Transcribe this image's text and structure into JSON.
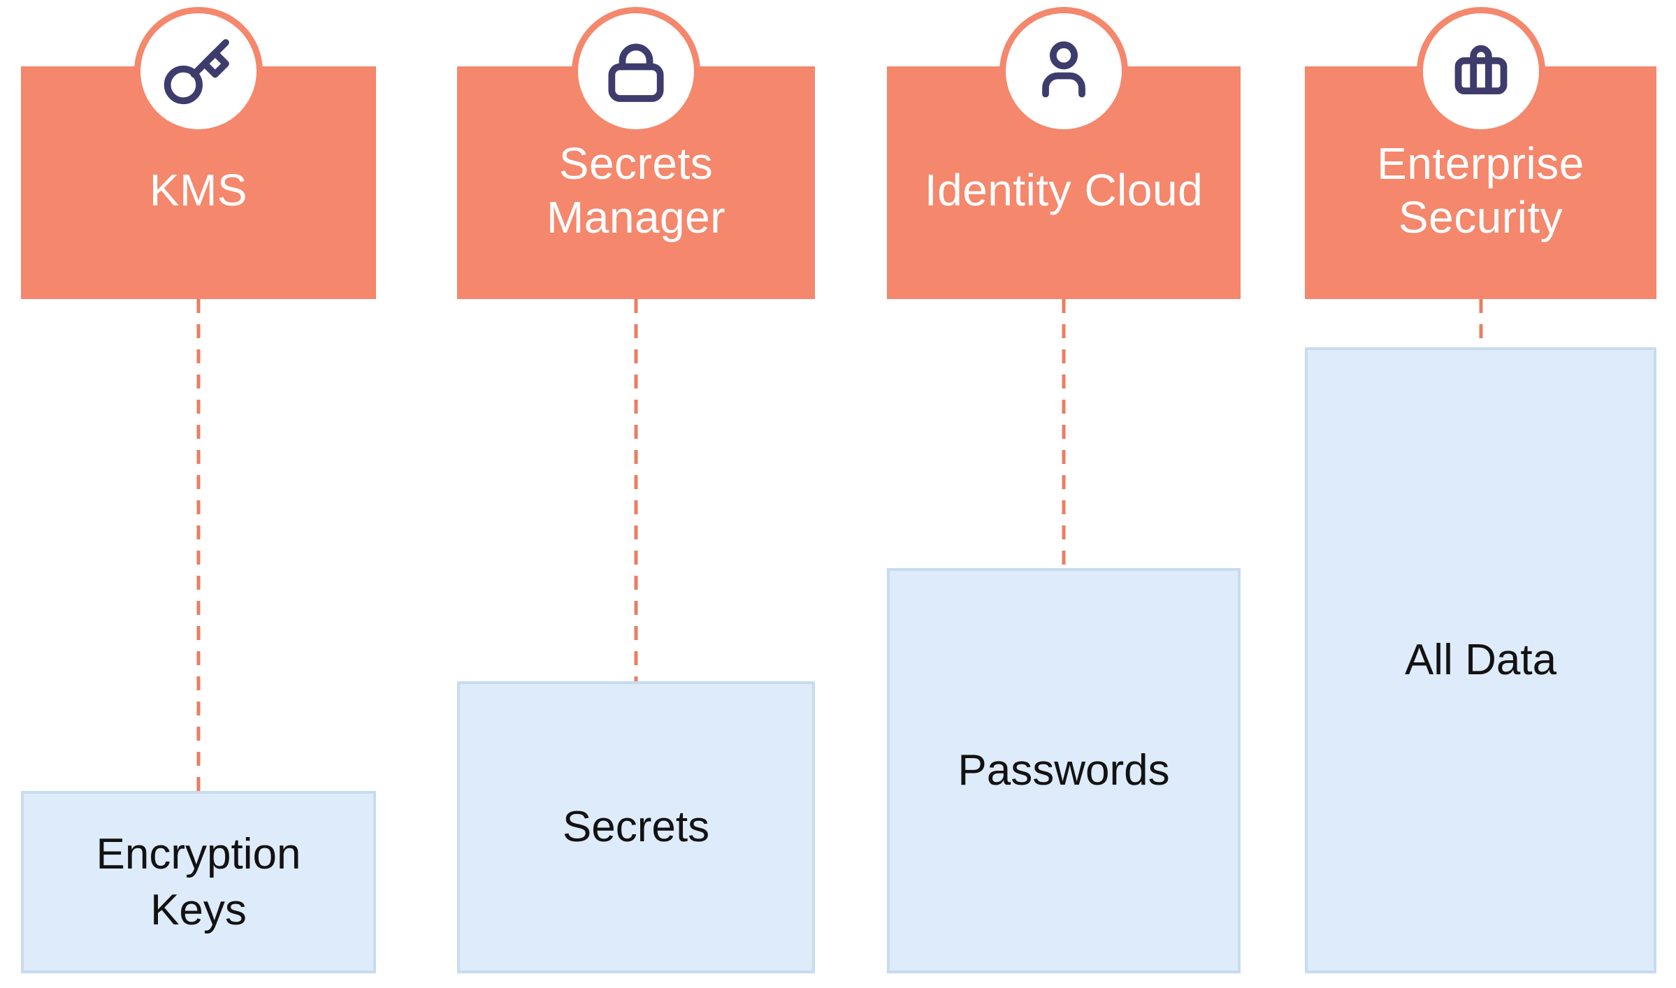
{
  "diagram_title": "",
  "colors": {
    "service_box_fill": "#F4876C",
    "service_text": "#FFFFFF",
    "badge_fill": "#FFFFFF",
    "badge_border": "#F4876C",
    "icon_stroke": "#3E3B6D",
    "connector_dash": "#E97E63",
    "resource_box_fill": "#DEEBFA",
    "resource_box_border": "#C7DBF0",
    "resource_text": "#121212",
    "background": "#FFFFFF"
  },
  "columns": [
    {
      "service": "KMS",
      "icon": "key-icon",
      "resource": "Encryption\nKeys"
    },
    {
      "service": "Secrets\nManager",
      "icon": "lock-icon",
      "resource": "Secrets"
    },
    {
      "service": "Identity Cloud",
      "icon": "person-icon",
      "resource": "Passwords"
    },
    {
      "service": "Enterprise\nSecurity",
      "icon": "briefcase-icon",
      "resource": "All Data"
    }
  ]
}
